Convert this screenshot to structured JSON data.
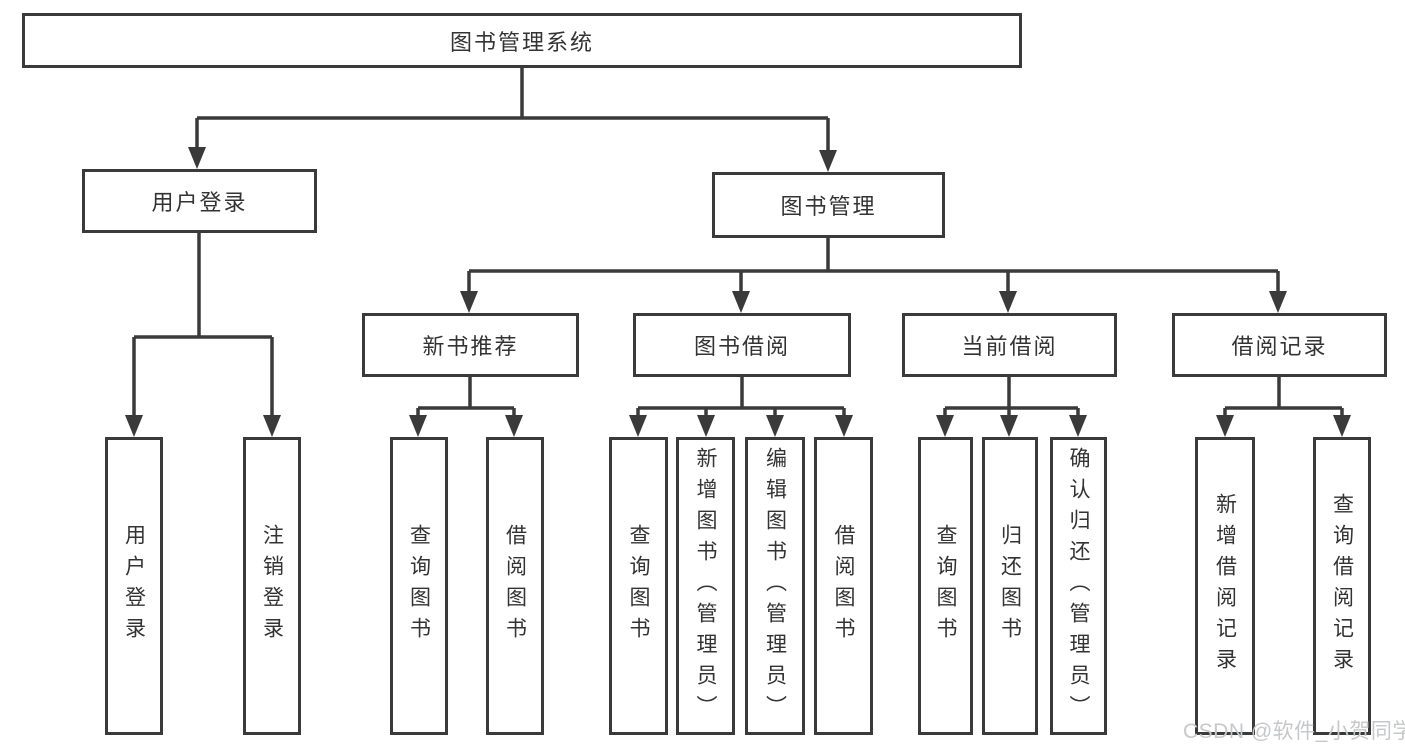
{
  "tree": {
    "label": "图书管理系统",
    "children": [
      {
        "label": "用户登录",
        "children": [
          {
            "label": "用户登录"
          },
          {
            "label": "注销登录"
          }
        ]
      },
      {
        "label": "图书管理",
        "children": [
          {
            "label": "新书推荐",
            "children": [
              {
                "label": "查询图书"
              },
              {
                "label": "借阅图书"
              }
            ]
          },
          {
            "label": "图书借阅",
            "children": [
              {
                "label": "查询图书"
              },
              {
                "label": "新增图书（管理员）"
              },
              {
                "label": "编辑图书（管理员）"
              },
              {
                "label": "借阅图书"
              }
            ]
          },
          {
            "label": "当前借阅",
            "children": [
              {
                "label": "查询图书"
              },
              {
                "label": "归还图书"
              },
              {
                "label": "确认归还（管理员）"
              }
            ]
          },
          {
            "label": "借阅记录",
            "children": [
              {
                "label": "新增借阅记录"
              },
              {
                "label": "查询借阅记录"
              }
            ]
          }
        ]
      }
    ]
  },
  "watermark": "CSDN @软件_小贺同学",
  "colors": {
    "line": "#3a3a3a",
    "text": "#333333",
    "watermark": "#c6c8ca",
    "background": "#ffffff"
  }
}
